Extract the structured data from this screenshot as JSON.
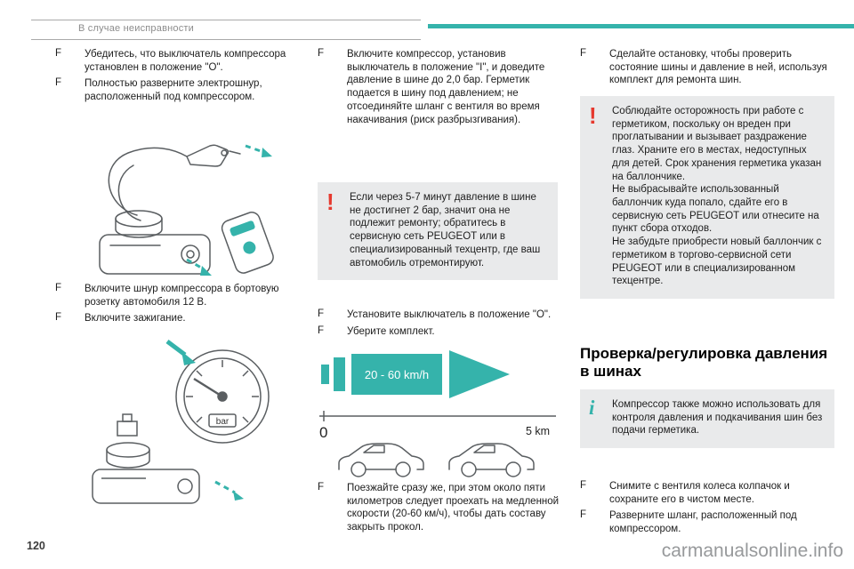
{
  "header": {
    "breadcrumb": "В случае неисправности"
  },
  "glyphs": {
    "bullet": "F",
    "warning": "!",
    "info": "i"
  },
  "colors": {
    "accent": "#35b3ab",
    "warning_red": "#e6392e",
    "box_bg": "#e9eaeb"
  },
  "left_column": {
    "bullets_top": [
      "Убедитесь, что выключатель компрессора установлен в положение \"O\".",
      "Полностью разверните электрошнур, расположенный под компрессором."
    ],
    "bullets_mid": [
      "Включите шнур компрессора в бортовую розетку автомобиля 12 В.",
      "Включите зажигание."
    ]
  },
  "middle_column": {
    "bullet_switch_on": "Включите компрессор, установив выключатель в положение \"I\", и доведите давление в шине до 2,0 бар. Герметик подается в шину под давлением; не отсоединяйте шланг с вентиля во время накачивания (риск разбрызгивания).",
    "warning_text": "Если через 5-7 минут давление в шине не достигнет 2 бар, значит она не подлежит ремонту; обратитесь в сервисную сеть PEUGEOT или в специализированный техцентр, где ваш автомобиль отремонтируют.",
    "bullets_mid": [
      "Установите выключатель в положение \"O\".",
      "Уберите комплект."
    ],
    "speed_diagram": {
      "speed_label": "20 - 60 km/h",
      "start_label": "0",
      "distance_label": "5 km"
    },
    "bullet_drive": "Поезжайте сразу же, при этом около пяти километров следует проехать на медленной скорости (20-60 км/ч), чтобы дать составу закрыть прокол."
  },
  "right_column": {
    "bullet_stop": "Сделайте остановку, чтобы проверить состояние шины и давление в ней, используя комплект для ремонта шин.",
    "warning_text": "Соблюдайте осторожность при работе с герметиком, поскольку он вреден при проглатывании и вызывает раздражение глаз. Храните его в местах, недоступных для детей. Срок хранения герметика указан на баллончике.\nНе выбрасывайте использованный баллончик куда попало, сдайте его в сервисную сеть PEUGEOT или отнесите на пункт сбора отходов.\nНе забудьте приобрести новый баллончик с герметиком в торгово-сервисной сети PEUGEOT или в специализированном техцентре.",
    "section_title": "Проверка/регулировка давления в шинах",
    "info_text": "Компрессор также можно использовать для контроля давления и подкачивания шин без подачи герметика.",
    "bullets_bottom": [
      "Снимите с вентиля колеса колпачок и сохраните его в чистом месте.",
      "Разверните шланг, расположенный под компрессором."
    ]
  },
  "illustrations": {
    "gauge_label": "bar"
  },
  "footer": {
    "page_number": "120",
    "watermark": "carmanualsonline.info"
  }
}
